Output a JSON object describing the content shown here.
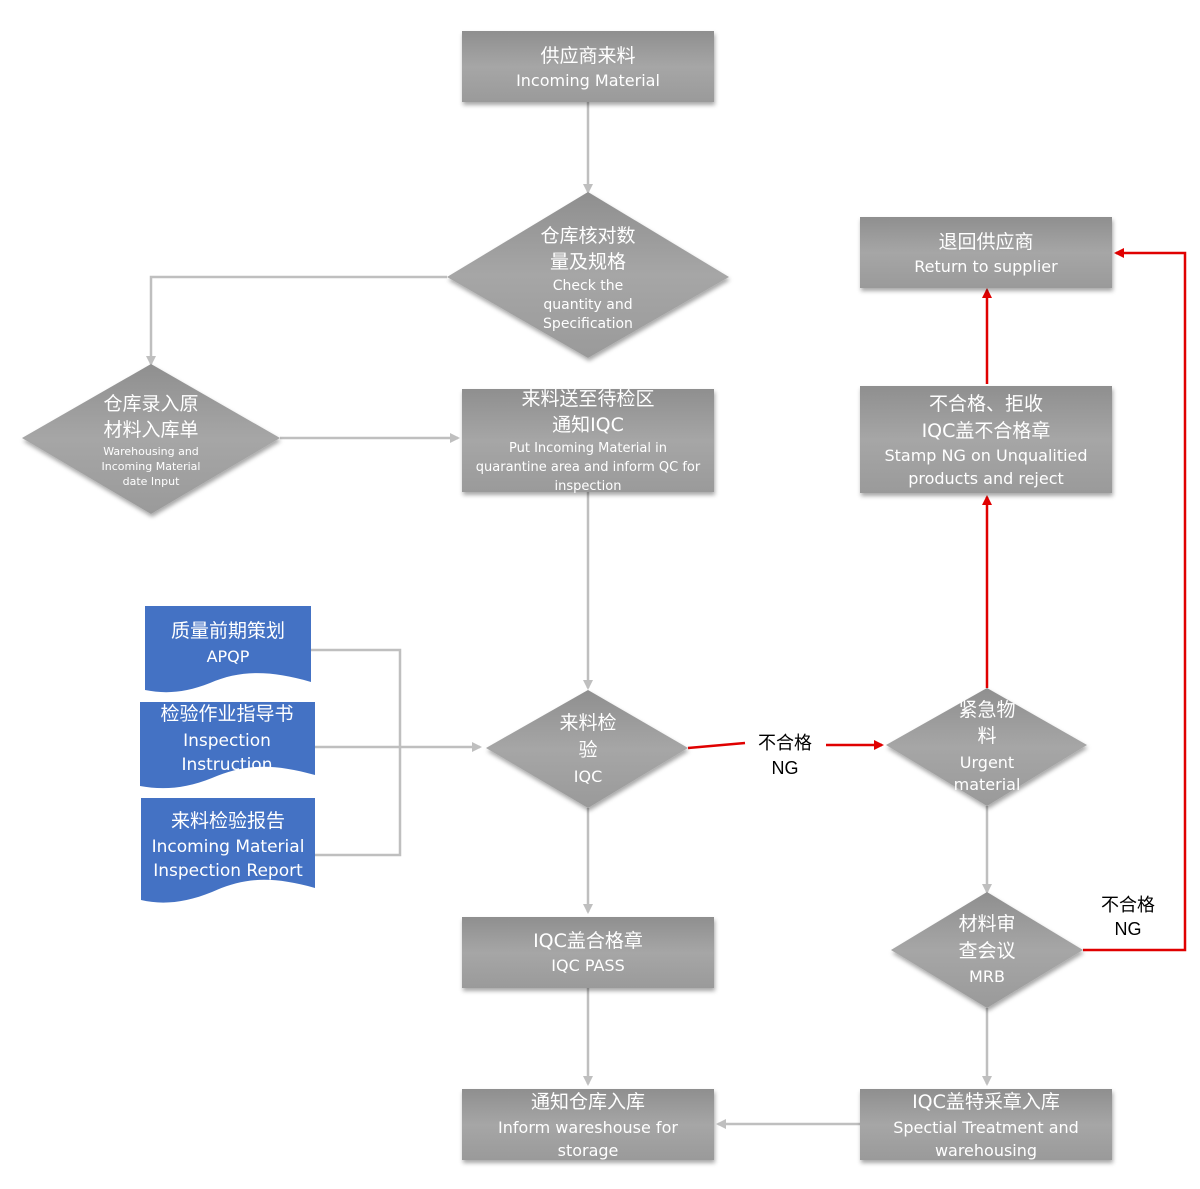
{
  "nodes": {
    "incoming": {
      "zh": "供应商来料",
      "en": "Incoming Material"
    },
    "check": {
      "zh1": "仓库核对数",
      "zh2": "量及规格",
      "en1": "Check the",
      "en2": "quantity and",
      "en3": "Specification"
    },
    "warehouse_input": {
      "zh1": "仓库录入原",
      "zh2": "材料入库单",
      "en1": "Warehousing and",
      "en2": "Incoming Material",
      "en3": "date Input"
    },
    "quarantine": {
      "zh1": "来料送至待检区",
      "zh2": "通知IQC",
      "en1": "Put Incoming Material in",
      "en2": "quarantine area and inform QC for",
      "en3": "inspection"
    },
    "iqc": {
      "zh1": "来料检",
      "zh2": "验",
      "en": "IQC"
    },
    "iqc_pass": {
      "zh": "IQC盖合格章",
      "en": "IQC PASS"
    },
    "inform_warehouse": {
      "zh": "通知仓库入库",
      "en1": "Inform wareshouse for",
      "en2": "storage"
    },
    "urgent": {
      "zh1": "紧急物",
      "zh2": "料",
      "en1": "Urgent",
      "en2": "material"
    },
    "mrb": {
      "zh1": "材料审",
      "zh2": "查会议",
      "en": "MRB"
    },
    "special": {
      "zh": "IQC盖特采章入库",
      "en1": "Spectial Treatment and",
      "en2": "warehousing"
    },
    "stamp_ng": {
      "zh1": "不合格、拒收",
      "zh2": "IQC盖不合格章",
      "en1": "Stamp NG on Unqualitied",
      "en2": "products and reject"
    },
    "return_supplier": {
      "zh": "退回供应商",
      "en": "Return to supplier"
    }
  },
  "documents": {
    "apqp": {
      "zh": "质量前期策划",
      "en": "APQP"
    },
    "instruction": {
      "zh": "检验作业指导书",
      "en1": "Inspection",
      "en2": "Instruction"
    },
    "report": {
      "zh": "来料检验报告",
      "en1": "Incoming Material",
      "en2": "Inspection Report"
    }
  },
  "labels": {
    "ng1": {
      "zh": "不合格",
      "en": "NG"
    },
    "ng2": {
      "zh": "不合格",
      "en": "NG"
    }
  },
  "colors": {
    "node_fill": "#a3a3a3",
    "doc_fill": "#4472c4",
    "gray_line": "#bfbfbf",
    "red_line": "#e00000"
  }
}
